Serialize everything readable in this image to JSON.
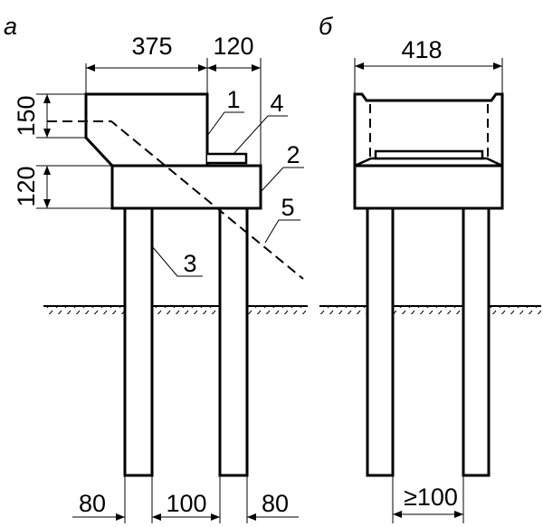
{
  "view_a": {
    "letter": "а",
    "dims": {
      "top_left": "375",
      "top_right": "120",
      "left_upper": "150",
      "left_lower": "120",
      "bottom_left": "80",
      "bottom_mid": "100",
      "bottom_right": "80"
    },
    "callouts": [
      "1",
      "2",
      "3",
      "4",
      "5"
    ]
  },
  "view_b": {
    "letter": "б",
    "dims": {
      "top": "418",
      "bottom": "≥100"
    }
  }
}
